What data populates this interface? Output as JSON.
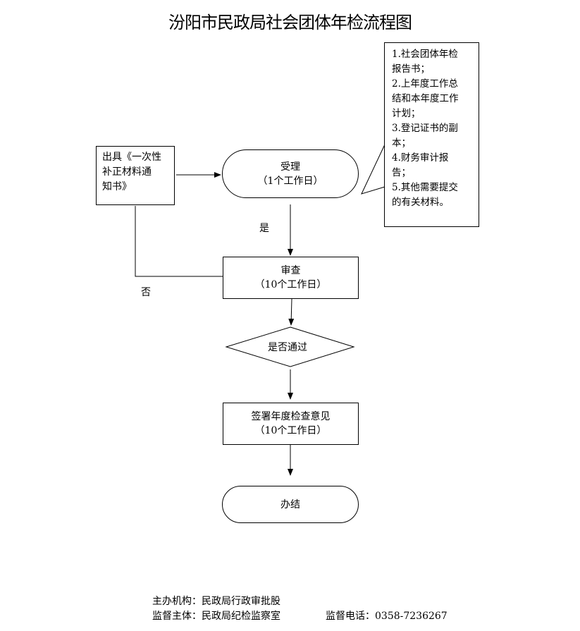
{
  "title": "汾阳市民政局社会团体年检流程图",
  "notify_box": [
    "出具《一次性",
    "补正材料通",
    "知书》"
  ],
  "materials_box": [
    "1.社会团体年检",
    "报告书；",
    "2.上年度工作总",
    "结和本年度工作",
    "计划；",
    "3.登记证书的副",
    "本；",
    "4.财务审计报",
    "告；",
    "5.其他需要提交",
    "的有关材料。"
  ],
  "accept": {
    "title": "受理",
    "time": "（1个工作日）"
  },
  "review": {
    "title": "审查",
    "time": "（10个工作日）"
  },
  "decision": {
    "title": "是否通过"
  },
  "sign": {
    "title": "签署年度检查意见",
    "time": "（10个工作日）"
  },
  "finish": {
    "title": "办结"
  },
  "labels": {
    "yes": "是",
    "no": "否"
  },
  "footer": {
    "line1": "主办机构：民政局行政审批股",
    "line2": "监督主体：民政局纪检监察室",
    "phone": "监督电话：0358-7236267"
  }
}
